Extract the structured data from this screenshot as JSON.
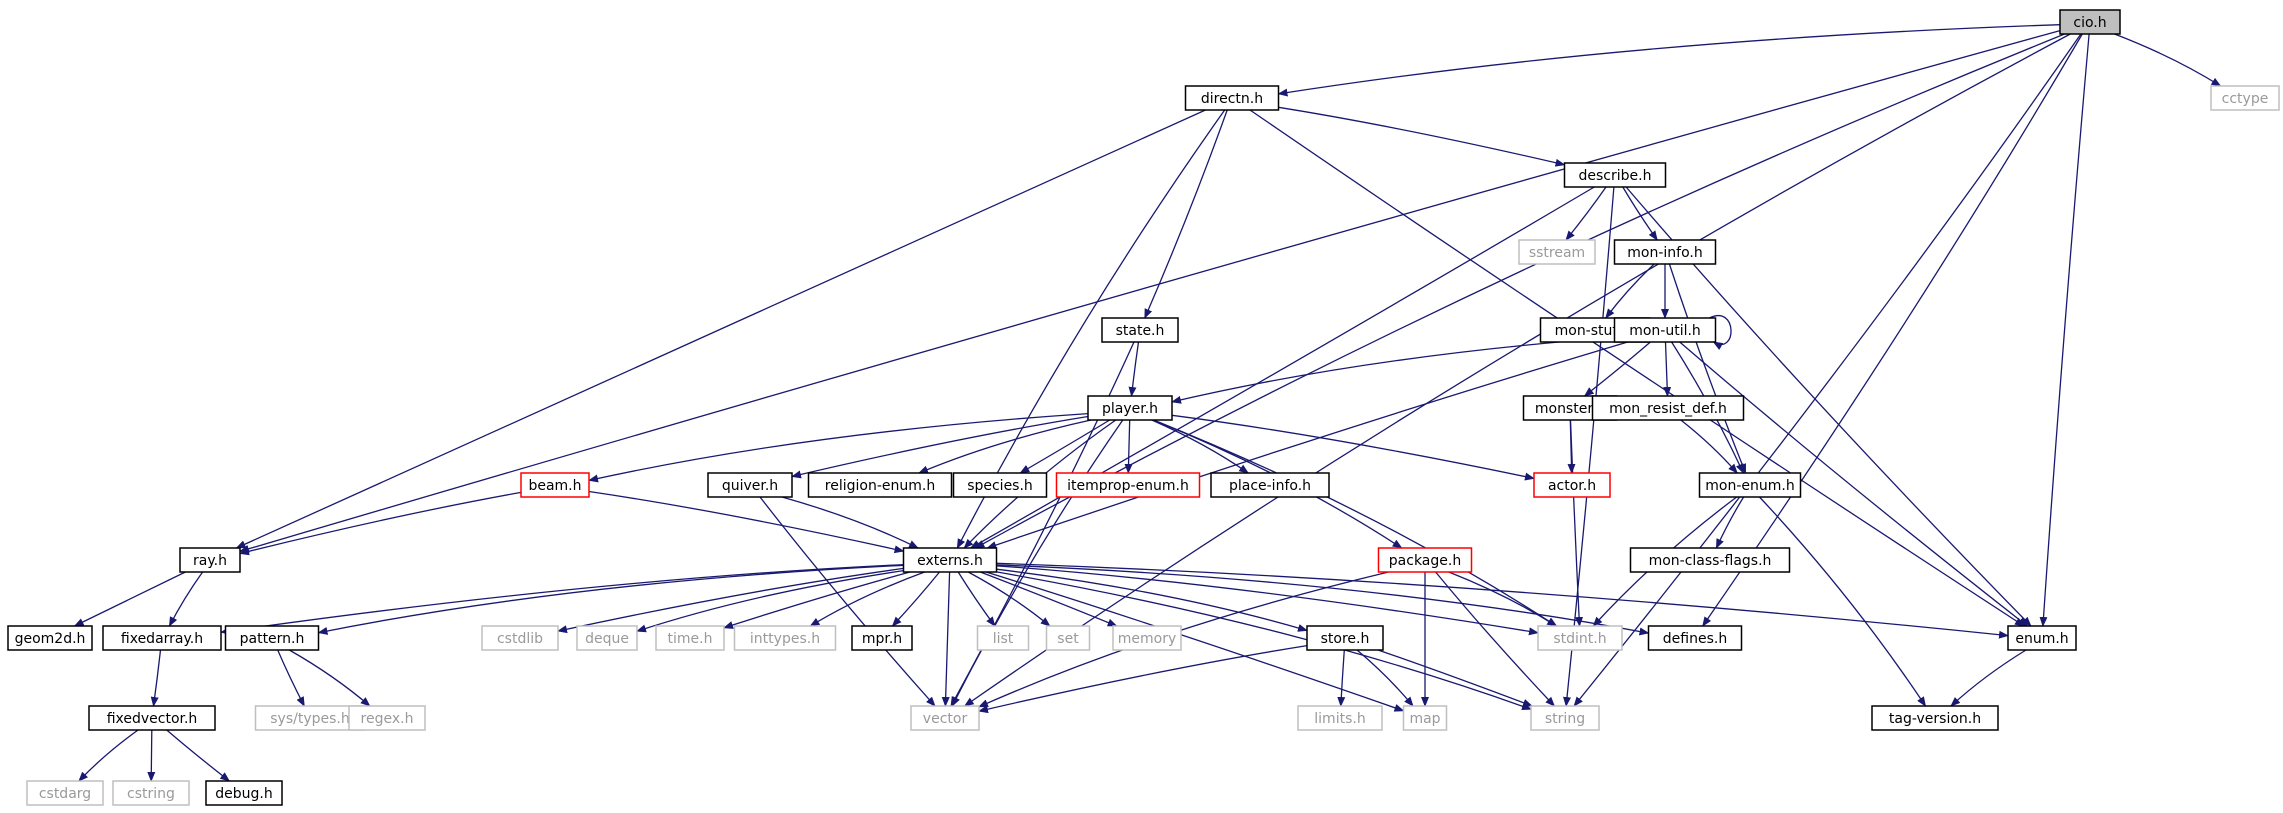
{
  "colors": {
    "edge": "#191970",
    "root_fill": "#bfbfbf",
    "normal_border": "#000000",
    "missing_border": "#bfbfbf",
    "missing_text": "#9a9a9a",
    "incomplete_border": "#ff0000"
  },
  "nodes": [
    {
      "id": "cio_h",
      "label": "cio.h",
      "kind": "root"
    },
    {
      "id": "cctype",
      "label": "cctype",
      "kind": "external"
    },
    {
      "id": "directn_h",
      "label": "directn.h",
      "kind": "normal"
    },
    {
      "id": "describe_h",
      "label": "describe.h",
      "kind": "normal"
    },
    {
      "id": "sstream",
      "label": "sstream",
      "kind": "external"
    },
    {
      "id": "mon_info_h",
      "label": "mon-info.h",
      "kind": "normal"
    },
    {
      "id": "mon_stuff_h",
      "label": "mon-stuff.h",
      "kind": "normal"
    },
    {
      "id": "mon_util_h",
      "label": "mon-util.h",
      "kind": "normal"
    },
    {
      "id": "state_h",
      "label": "state.h",
      "kind": "normal"
    },
    {
      "id": "player_h",
      "label": "player.h",
      "kind": "normal"
    },
    {
      "id": "monster_h",
      "label": "monster.h",
      "kind": "normal"
    },
    {
      "id": "mon_resist_def_h",
      "label": "mon_resist_def.h",
      "kind": "normal"
    },
    {
      "id": "beam_h",
      "label": "beam.h",
      "kind": "incomplete"
    },
    {
      "id": "quiver_h",
      "label": "quiver.h",
      "kind": "normal"
    },
    {
      "id": "religion_enum_h",
      "label": "religion-enum.h",
      "kind": "normal"
    },
    {
      "id": "species_h",
      "label": "species.h",
      "kind": "normal"
    },
    {
      "id": "itemprop_enum_h",
      "label": "itemprop-enum.h",
      "kind": "incomplete"
    },
    {
      "id": "place_info_h",
      "label": "place-info.h",
      "kind": "normal"
    },
    {
      "id": "actor_h",
      "label": "actor.h",
      "kind": "incomplete"
    },
    {
      "id": "mon_enum_h",
      "label": "mon-enum.h",
      "kind": "normal"
    },
    {
      "id": "ray_h",
      "label": "ray.h",
      "kind": "normal"
    },
    {
      "id": "externs_h",
      "label": "externs.h",
      "kind": "normal"
    },
    {
      "id": "package_h",
      "label": "package.h",
      "kind": "incomplete"
    },
    {
      "id": "mon_class_flags_h",
      "label": "mon-class-flags.h",
      "kind": "normal"
    },
    {
      "id": "geom2d_h",
      "label": "geom2d.h",
      "kind": "normal"
    },
    {
      "id": "fixedarray_h",
      "label": "fixedarray.h",
      "kind": "normal"
    },
    {
      "id": "pattern_h",
      "label": "pattern.h",
      "kind": "normal"
    },
    {
      "id": "cstdlib",
      "label": "cstdlib",
      "kind": "external"
    },
    {
      "id": "deque",
      "label": "deque",
      "kind": "external"
    },
    {
      "id": "time_h",
      "label": "time.h",
      "kind": "external"
    },
    {
      "id": "inttypes_h",
      "label": "inttypes.h",
      "kind": "external"
    },
    {
      "id": "mpr_h",
      "label": "mpr.h",
      "kind": "normal"
    },
    {
      "id": "list",
      "label": "list",
      "kind": "external"
    },
    {
      "id": "set",
      "label": "set",
      "kind": "external"
    },
    {
      "id": "memory",
      "label": "memory",
      "kind": "external"
    },
    {
      "id": "store_h",
      "label": "store.h",
      "kind": "normal"
    },
    {
      "id": "stdint_h",
      "label": "stdint.h",
      "kind": "external"
    },
    {
      "id": "defines_h",
      "label": "defines.h",
      "kind": "normal"
    },
    {
      "id": "enum_h",
      "label": "enum.h",
      "kind": "normal"
    },
    {
      "id": "fixedvector_h",
      "label": "fixedvector.h",
      "kind": "normal"
    },
    {
      "id": "sys_types_h",
      "label": "sys/types.h",
      "kind": "external"
    },
    {
      "id": "regex_h",
      "label": "regex.h",
      "kind": "external"
    },
    {
      "id": "vector",
      "label": "vector",
      "kind": "external"
    },
    {
      "id": "limits_h",
      "label": "limits.h",
      "kind": "external"
    },
    {
      "id": "map",
      "label": "map",
      "kind": "external"
    },
    {
      "id": "string",
      "label": "string",
      "kind": "external"
    },
    {
      "id": "tag_version_h",
      "label": "tag-version.h",
      "kind": "normal"
    },
    {
      "id": "cstdarg",
      "label": "cstdarg",
      "kind": "external"
    },
    {
      "id": "cstring",
      "label": "cstring",
      "kind": "external"
    },
    {
      "id": "debug_h",
      "label": "debug.h",
      "kind": "normal"
    }
  ],
  "edges": [
    [
      "cio_h",
      "directn_h"
    ],
    [
      "cio_h",
      "cctype"
    ],
    [
      "cio_h",
      "externs_h"
    ],
    [
      "cio_h",
      "ray_h"
    ],
    [
      "cio_h",
      "vector"
    ],
    [
      "cio_h",
      "defines_h"
    ],
    [
      "cio_h",
      "enum_h"
    ],
    [
      "cio_h",
      "string"
    ],
    [
      "directn_h",
      "describe_h"
    ],
    [
      "directn_h",
      "state_h"
    ],
    [
      "directn_h",
      "externs_h"
    ],
    [
      "directn_h",
      "ray_h"
    ],
    [
      "directn_h",
      "enum_h"
    ],
    [
      "describe_h",
      "sstream"
    ],
    [
      "describe_h",
      "mon_info_h"
    ],
    [
      "describe_h",
      "externs_h"
    ],
    [
      "describe_h",
      "enum_h"
    ],
    [
      "describe_h",
      "string"
    ],
    [
      "mon_info_h",
      "mon_stuff_h"
    ],
    [
      "mon_info_h",
      "mon_util_h"
    ],
    [
      "mon_info_h",
      "mon_enum_h"
    ],
    [
      "mon_util_h",
      "mon_util_h"
    ],
    [
      "mon_util_h",
      "player_h"
    ],
    [
      "mon_util_h",
      "monster_h"
    ],
    [
      "mon_util_h",
      "mon_resist_def_h"
    ],
    [
      "mon_util_h",
      "mon_enum_h"
    ],
    [
      "mon_util_h",
      "enum_h"
    ],
    [
      "mon_util_h",
      "externs_h"
    ],
    [
      "state_h",
      "player_h"
    ],
    [
      "state_h",
      "vector"
    ],
    [
      "player_h",
      "beam_h"
    ],
    [
      "player_h",
      "quiver_h"
    ],
    [
      "player_h",
      "religion_enum_h"
    ],
    [
      "player_h",
      "species_h"
    ],
    [
      "player_h",
      "itemprop_enum_h"
    ],
    [
      "player_h",
      "place_info_h"
    ],
    [
      "player_h",
      "actor_h"
    ],
    [
      "player_h",
      "package_h"
    ],
    [
      "player_h",
      "externs_h"
    ],
    [
      "player_h",
      "stdint_h"
    ],
    [
      "player_h",
      "vector"
    ],
    [
      "monster_h",
      "actor_h"
    ],
    [
      "monster_h",
      "stdint_h"
    ],
    [
      "mon_resist_def_h",
      "mon_enum_h"
    ],
    [
      "mon_enum_h",
      "mon_class_flags_h"
    ],
    [
      "mon_enum_h",
      "tag_version_h"
    ],
    [
      "mon_enum_h",
      "stdint_h"
    ],
    [
      "beam_h",
      "ray_h"
    ],
    [
      "beam_h",
      "externs_h"
    ],
    [
      "quiver_h",
      "externs_h"
    ],
    [
      "quiver_h",
      "vector"
    ],
    [
      "ray_h",
      "geom2d_h"
    ],
    [
      "ray_h",
      "fixedarray_h"
    ],
    [
      "externs_h",
      "fixedarray_h"
    ],
    [
      "externs_h",
      "pattern_h"
    ],
    [
      "externs_h",
      "cstdlib"
    ],
    [
      "externs_h",
      "deque"
    ],
    [
      "externs_h",
      "time_h"
    ],
    [
      "externs_h",
      "inttypes_h"
    ],
    [
      "externs_h",
      "mpr_h"
    ],
    [
      "externs_h",
      "list"
    ],
    [
      "externs_h",
      "set"
    ],
    [
      "externs_h",
      "memory"
    ],
    [
      "externs_h",
      "store_h"
    ],
    [
      "externs_h",
      "stdint_h"
    ],
    [
      "externs_h",
      "defines_h"
    ],
    [
      "externs_h",
      "enum_h"
    ],
    [
      "externs_h",
      "vector"
    ],
    [
      "externs_h",
      "map"
    ],
    [
      "externs_h",
      "string"
    ],
    [
      "package_h",
      "vector"
    ],
    [
      "package_h",
      "map"
    ],
    [
      "package_h",
      "string"
    ],
    [
      "package_h",
      "stdint_h"
    ],
    [
      "store_h",
      "limits_h"
    ],
    [
      "store_h",
      "map"
    ],
    [
      "store_h",
      "string"
    ],
    [
      "store_h",
      "vector"
    ],
    [
      "enum_h",
      "tag_version_h"
    ],
    [
      "fixedarray_h",
      "fixedvector_h"
    ],
    [
      "pattern_h",
      "sys_types_h"
    ],
    [
      "pattern_h",
      "regex_h"
    ],
    [
      "fixedvector_h",
      "cstdarg"
    ],
    [
      "fixedvector_h",
      "cstring"
    ],
    [
      "fixedvector_h",
      "debug_h"
    ]
  ]
}
